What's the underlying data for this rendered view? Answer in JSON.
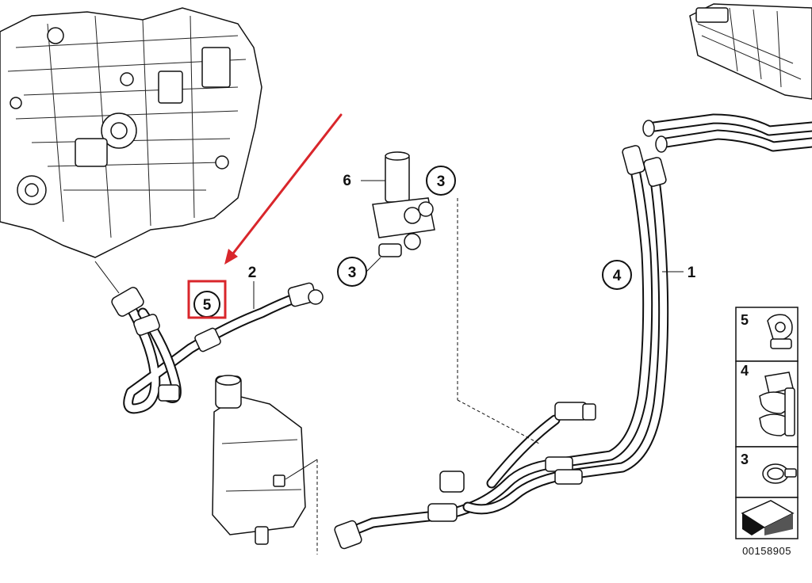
{
  "diagram": {
    "part_labels": {
      "p1": "1",
      "p2": "2",
      "p6": "6"
    },
    "callouts": {
      "c3a": "3",
      "c3b": "3",
      "c4": "4",
      "c5": "5"
    },
    "legend": {
      "items": [
        {
          "number": "5",
          "icon": "hose-clip-icon"
        },
        {
          "number": "4",
          "icon": "double-hose-clip-icon"
        },
        {
          "number": "3",
          "icon": "hose-clamp-icon"
        }
      ],
      "nav_icon": "direction-arrow-icon"
    },
    "reference_number": "00158905",
    "highlight_color": "#d9262b",
    "arrow_color": "#d9262b"
  }
}
